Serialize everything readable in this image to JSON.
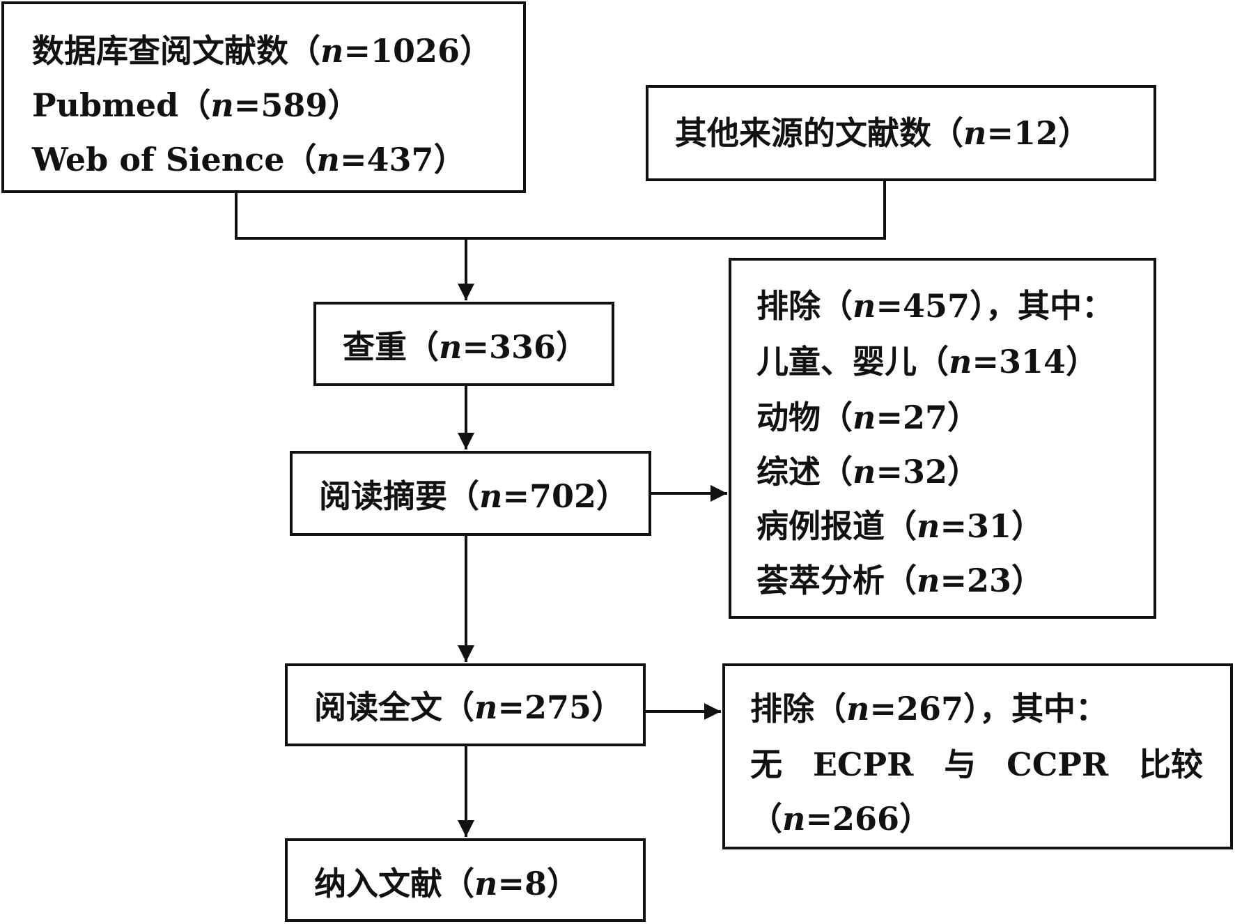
{
  "boxes": {
    "database": {
      "title": "数据库查阅文献数",
      "n": "1026",
      "sources": [
        {
          "name": "Pubmed",
          "n": "589"
        },
        {
          "name": "Web of Sience",
          "n": "437"
        }
      ]
    },
    "other_sources": {
      "title": "其他来源的文献数",
      "n": "12"
    },
    "dedup": {
      "title": "查重",
      "n": "336"
    },
    "abstract": {
      "title": "阅读摘要",
      "n": "702"
    },
    "exclusion1": {
      "title": "排除",
      "n": "457",
      "suffix": "，其中：",
      "items": [
        {
          "label": "儿童、婴儿",
          "n": "314"
        },
        {
          "label": "动物",
          "n": "27"
        },
        {
          "label": "综述",
          "n": "32"
        },
        {
          "label": "病例报道",
          "n": "31"
        },
        {
          "label": "荟萃分析",
          "n": "23"
        }
      ]
    },
    "fulltext": {
      "title": "阅读全文",
      "n": "275"
    },
    "exclusion2": {
      "title": "排除",
      "n": "267",
      "suffix": "，其中：",
      "reason_words": [
        "无",
        "ECPR",
        "与",
        "CCPR",
        "比较"
      ],
      "reason_n": "266"
    },
    "included": {
      "title": "纳入文献",
      "n": "8"
    }
  },
  "notation": {
    "n_symbol": "n",
    "open": "（",
    "eq": "=",
    "close": "）"
  },
  "colors": {
    "line": "#111111",
    "background": "#ffffff"
  }
}
